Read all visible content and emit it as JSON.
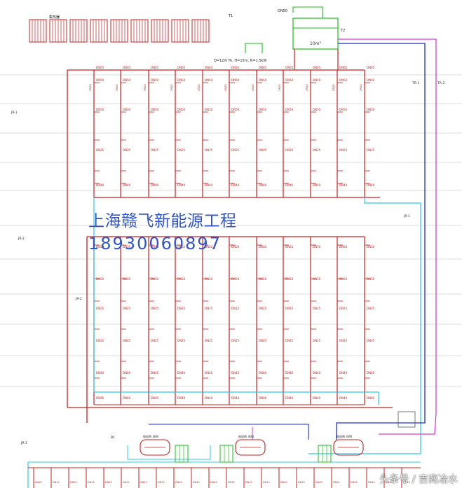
{
  "diagram": {
    "labels": {
      "tank_tag": "T1",
      "tank_volume": "10m³",
      "tank_top_tag": "DN50",
      "tank_side_tag": "T2",
      "flow_spec": "Q=12m³/h, H=15m, N=1.5kW",
      "main_pipe": "DN65",
      "riser": "DN50",
      "branch": "DN25",
      "collector_tag": "集热器",
      "heater_tag": "电加热 3kW",
      "header_right": "DN40",
      "supply_tag": "TR-1",
      "return_tag": "TR-2",
      "side_tag_a": "JR-1",
      "side_tag_b": "JR-2",
      "pump_tag": "B1",
      "bottom_branch": "DN15",
      "left_tag_top": "JR-1",
      "left_tag_mid": "JR-2",
      "left_tag_low": "JR-3"
    },
    "colors": {
      "red": "#cc1f1f",
      "cyan": "#2ec8e8",
      "blue": "#1f2fd8",
      "magenta": "#d63ad6",
      "green": "#18c018",
      "grid": "#bcbcbc"
    }
  },
  "watermark": {
    "company": "上海赣飞新能源工程",
    "phone": "18930060897"
  },
  "credit": "头条号 / 吉商冶水"
}
